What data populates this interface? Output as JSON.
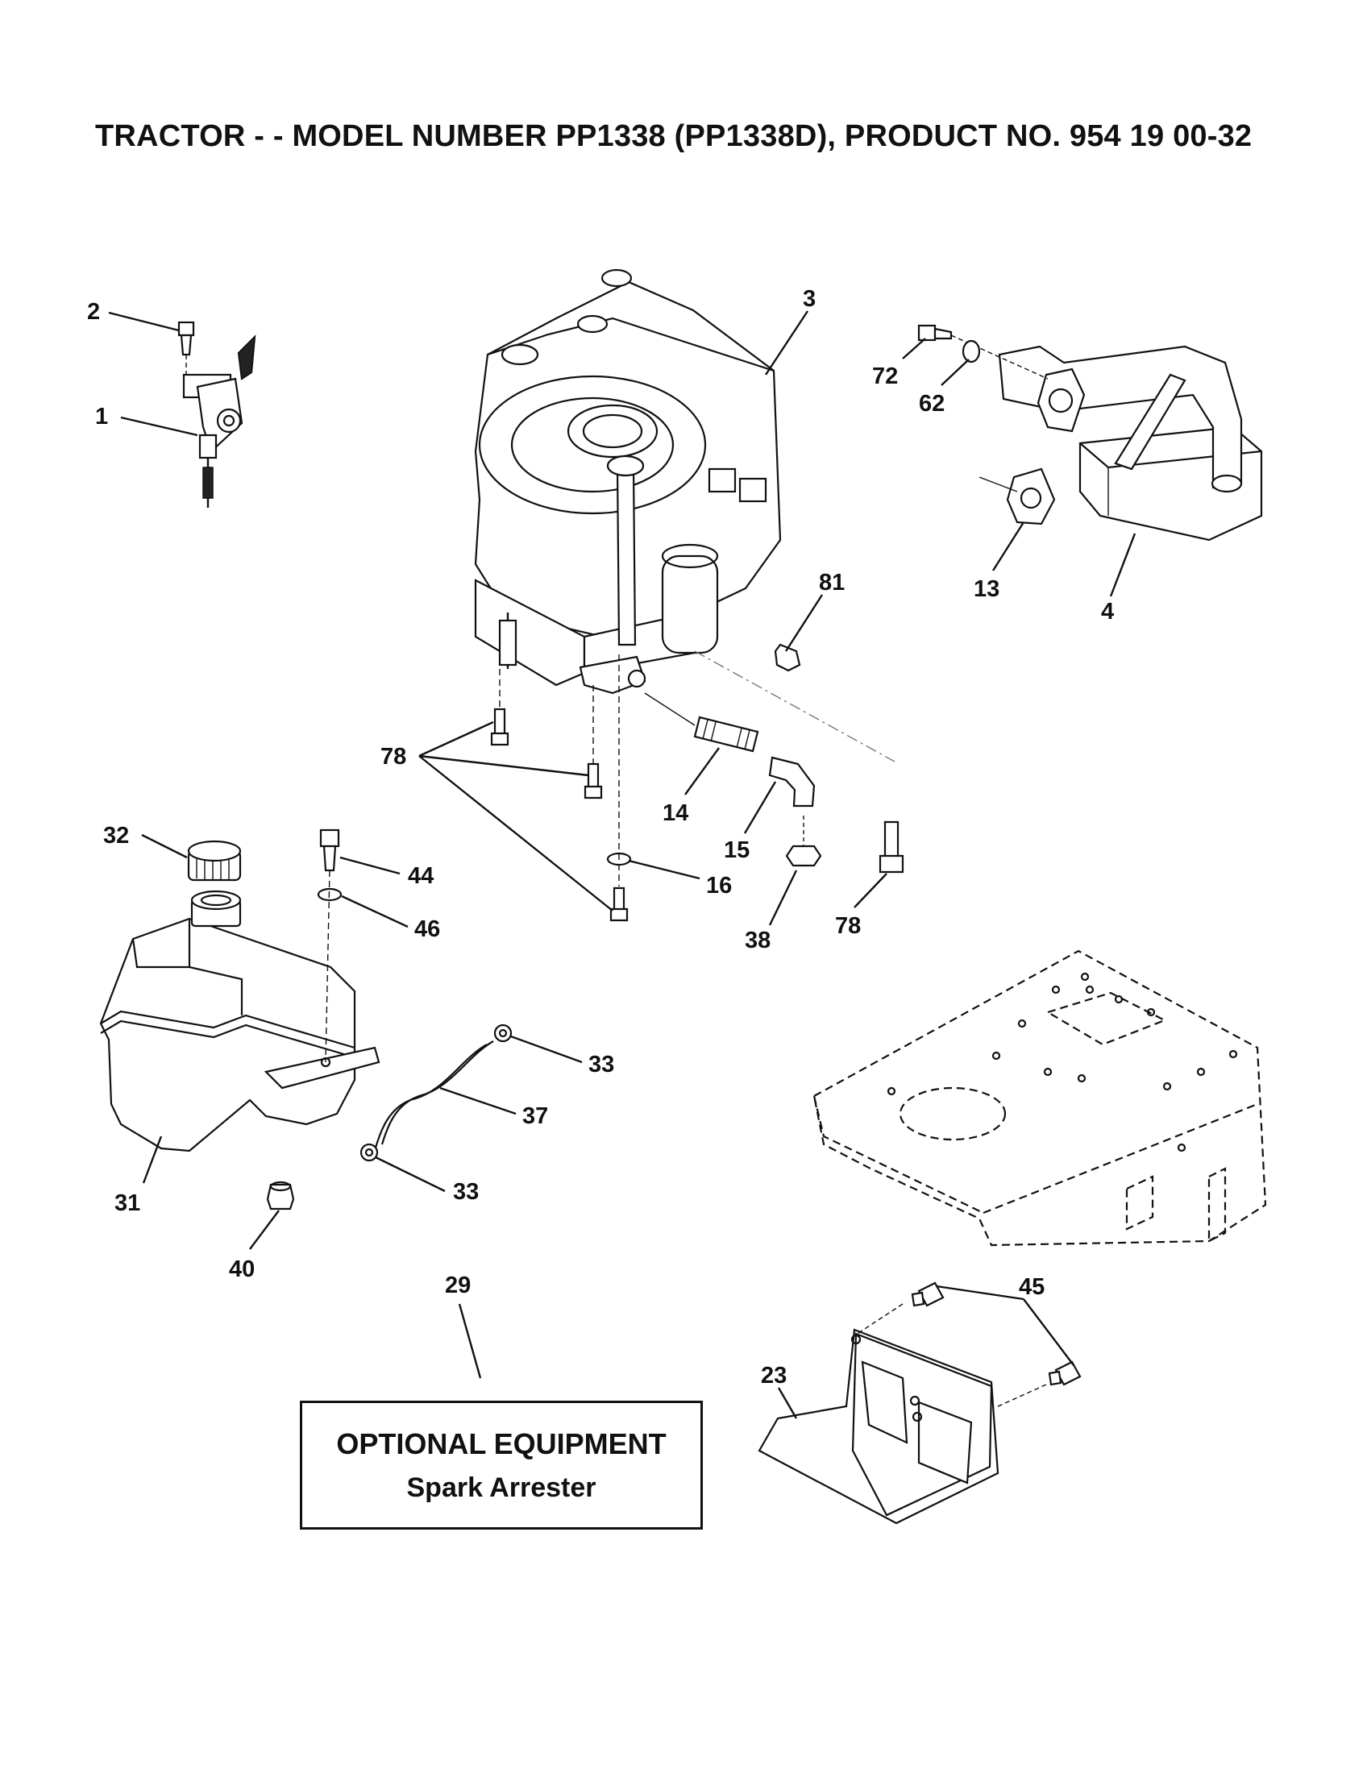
{
  "title": "TRACTOR - - MODEL NUMBER PP1338 (PP1338D), PRODUCT NO. 954 19 00-32",
  "callouts": {
    "c1": "1",
    "c2": "2",
    "c3": "3",
    "c4": "4",
    "c13": "13",
    "c14": "14",
    "c15": "15",
    "c16": "16",
    "c23": "23",
    "c29": "29",
    "c31": "31",
    "c32": "32",
    "c33a": "33",
    "c33b": "33",
    "c37": "37",
    "c38": "38",
    "c40": "40",
    "c44": "44",
    "c45": "45",
    "c46": "46",
    "c62": "62",
    "c72": "72",
    "c78a": "78",
    "c78b": "78",
    "c81": "81"
  },
  "optional_equipment": {
    "heading": "OPTIONAL EQUIPMENT",
    "item": "Spark Arrester"
  }
}
